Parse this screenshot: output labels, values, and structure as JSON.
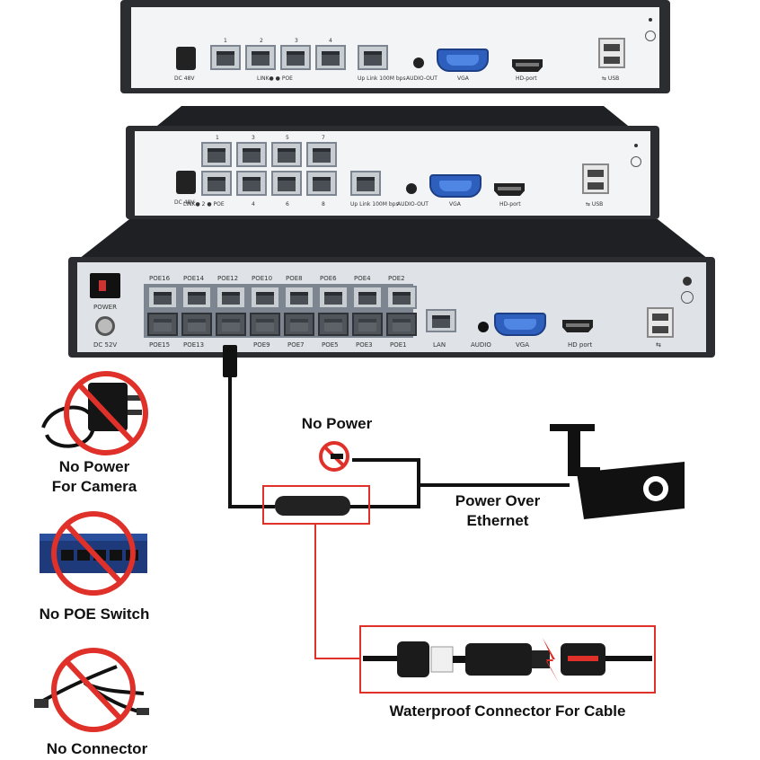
{
  "nvr_4ch": {
    "port_numbers": [
      "1",
      "2",
      "3",
      "4"
    ],
    "dc_label": "DC 48V",
    "poe_link_label": "LINK● ● POE",
    "uplink_label": "Up Link 100M bps",
    "audio_label": "AUDIO-OUT",
    "vga_label": "VGA",
    "hd_label": "HD-port",
    "usb_label": "⇆ USB"
  },
  "nvr_8ch": {
    "top_numbers": [
      "1",
      "3",
      "5",
      "7"
    ],
    "bottom_numbers": [
      "4",
      "6",
      "8"
    ],
    "dc_label": "DC 48V",
    "poe_link_label": "LINK● 2 ● POE",
    "uplink_label": "Up Link 100M bps",
    "audio_label": "AUDIO-OUT",
    "vga_label": "VGA",
    "hd_label": "HD-port",
    "usb_label": "⇆ USB"
  },
  "nvr_16ch": {
    "power_label": "POWER",
    "dc_label": "DC 52V",
    "top_ports": [
      "POE16",
      "POE14",
      "POE12",
      "POE10",
      "POE8",
      "POE6",
      "POE4",
      "POE2"
    ],
    "bottom_ports": [
      "POE15",
      "POE13",
      "",
      "POE9",
      "POE7",
      "POE5",
      "POE3",
      "POE1"
    ],
    "lan_label": "LAN",
    "audio_label": "AUDIO",
    "vga_label": "VGA",
    "hd_label": "HD port",
    "usb_label": "⇆"
  },
  "callouts": {
    "no_power": "No Power",
    "power_over_ethernet_1": "Power Over",
    "power_over_ethernet_2": "Ethernet",
    "waterproof": "Waterproof Connector For Cable",
    "no_power_camera_1": "No Power",
    "no_power_camera_2": "For Camera",
    "no_poe_switch": "No POE Switch",
    "no_connector": "No Connector"
  },
  "colors": {
    "prohibit_red": "#e0302a",
    "panel": "#dfe3e7",
    "chassis": "#2b2d30"
  }
}
